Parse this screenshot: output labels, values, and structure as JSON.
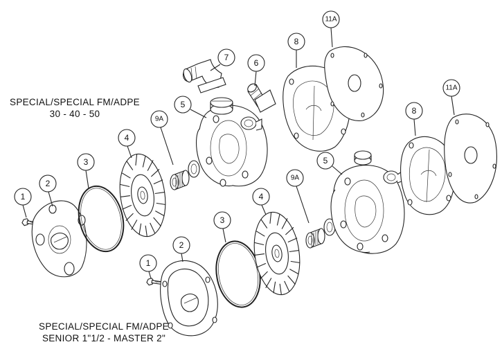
{
  "assemblies": {
    "upper": {
      "title_line1": "SPECIAL/SPECIAL FM/ADPE",
      "title_line2": "30 - 40 - 50"
    },
    "lower": {
      "title_line1": "SPECIAL/SPECIAL FM/ADPE",
      "title_line2": "SENIOR 1\"1/2 - MASTER 2\""
    }
  },
  "callouts": {
    "upper": [
      "1",
      "2",
      "3",
      "4",
      "9A",
      "5",
      "7",
      "6",
      "8",
      "11A"
    ],
    "lower": [
      "1",
      "2",
      "3",
      "4",
      "9A",
      "5",
      "8",
      "11A"
    ]
  }
}
